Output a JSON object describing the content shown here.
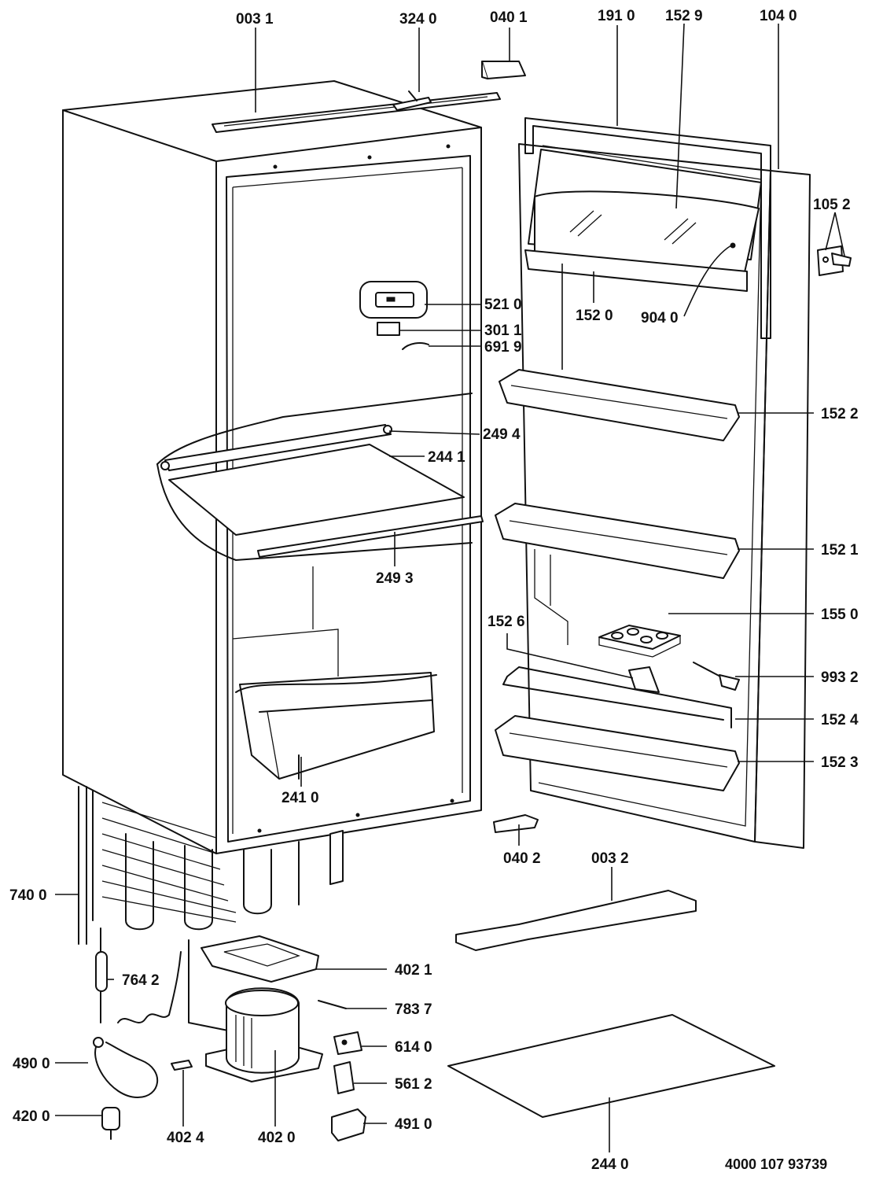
{
  "diagram": {
    "labels": [
      {
        "id": "l0031",
        "text": "003 1"
      },
      {
        "id": "l3240",
        "text": "324 0"
      },
      {
        "id": "l0401",
        "text": "040 1"
      },
      {
        "id": "l1910",
        "text": "191 0"
      },
      {
        "id": "l1529",
        "text": "152 9"
      },
      {
        "id": "l1040",
        "text": "104 0"
      },
      {
        "id": "l1052",
        "text": "105 2"
      },
      {
        "id": "l5210",
        "text": "521 0"
      },
      {
        "id": "l3011",
        "text": "301 1"
      },
      {
        "id": "l6919",
        "text": "691 9"
      },
      {
        "id": "l1520",
        "text": "152 0"
      },
      {
        "id": "l9040",
        "text": "904 0"
      },
      {
        "id": "l1522",
        "text": "152 2"
      },
      {
        "id": "l2494",
        "text": "249 4"
      },
      {
        "id": "l2441",
        "text": "244 1"
      },
      {
        "id": "l1521",
        "text": "152 1"
      },
      {
        "id": "l2493",
        "text": "249 3"
      },
      {
        "id": "l1550",
        "text": "155 0"
      },
      {
        "id": "l1526",
        "text": "152 6"
      },
      {
        "id": "l9932",
        "text": "993 2"
      },
      {
        "id": "l1524",
        "text": "152 4"
      },
      {
        "id": "l1523",
        "text": "152 3"
      },
      {
        "id": "l2410",
        "text": "241 0"
      },
      {
        "id": "l0402",
        "text": "040 2"
      },
      {
        "id": "l0032",
        "text": "003 2"
      },
      {
        "id": "l7400",
        "text": "740 0"
      },
      {
        "id": "l4021",
        "text": "402 1"
      },
      {
        "id": "l7642",
        "text": "764 2"
      },
      {
        "id": "l7837",
        "text": "783 7"
      },
      {
        "id": "l6140",
        "text": "614 0"
      },
      {
        "id": "l4900",
        "text": "490 0"
      },
      {
        "id": "l5612",
        "text": "561 2"
      },
      {
        "id": "l4200",
        "text": "420 0"
      },
      {
        "id": "l4910",
        "text": "491 0"
      },
      {
        "id": "l4024",
        "text": "402 4"
      },
      {
        "id": "l4020",
        "text": "402 0"
      },
      {
        "id": "l2440",
        "text": "244 0"
      }
    ],
    "document_number": "4000 107 93739"
  }
}
